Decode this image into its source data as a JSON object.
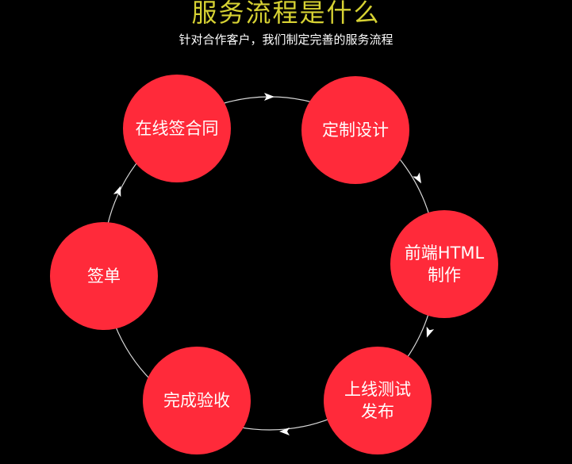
{
  "header": {
    "title": "服务流程是什么",
    "subtitle": "针对合作客户，我们制定完善的服务流程"
  },
  "steps": [
    {
      "label": "在线签合同"
    },
    {
      "label": "定制设计"
    },
    {
      "label": "前端HTML\n制作"
    },
    {
      "label": "上线测试\n发布"
    },
    {
      "label": "完成验收"
    },
    {
      "label": "签单"
    }
  ],
  "colors": {
    "background": "#000000",
    "title": "#d7d233",
    "subtitle": "#ffffff",
    "circle_fill": "#ff2a3a",
    "circle_text": "#ffffff",
    "ring": "#d9d9d9"
  }
}
